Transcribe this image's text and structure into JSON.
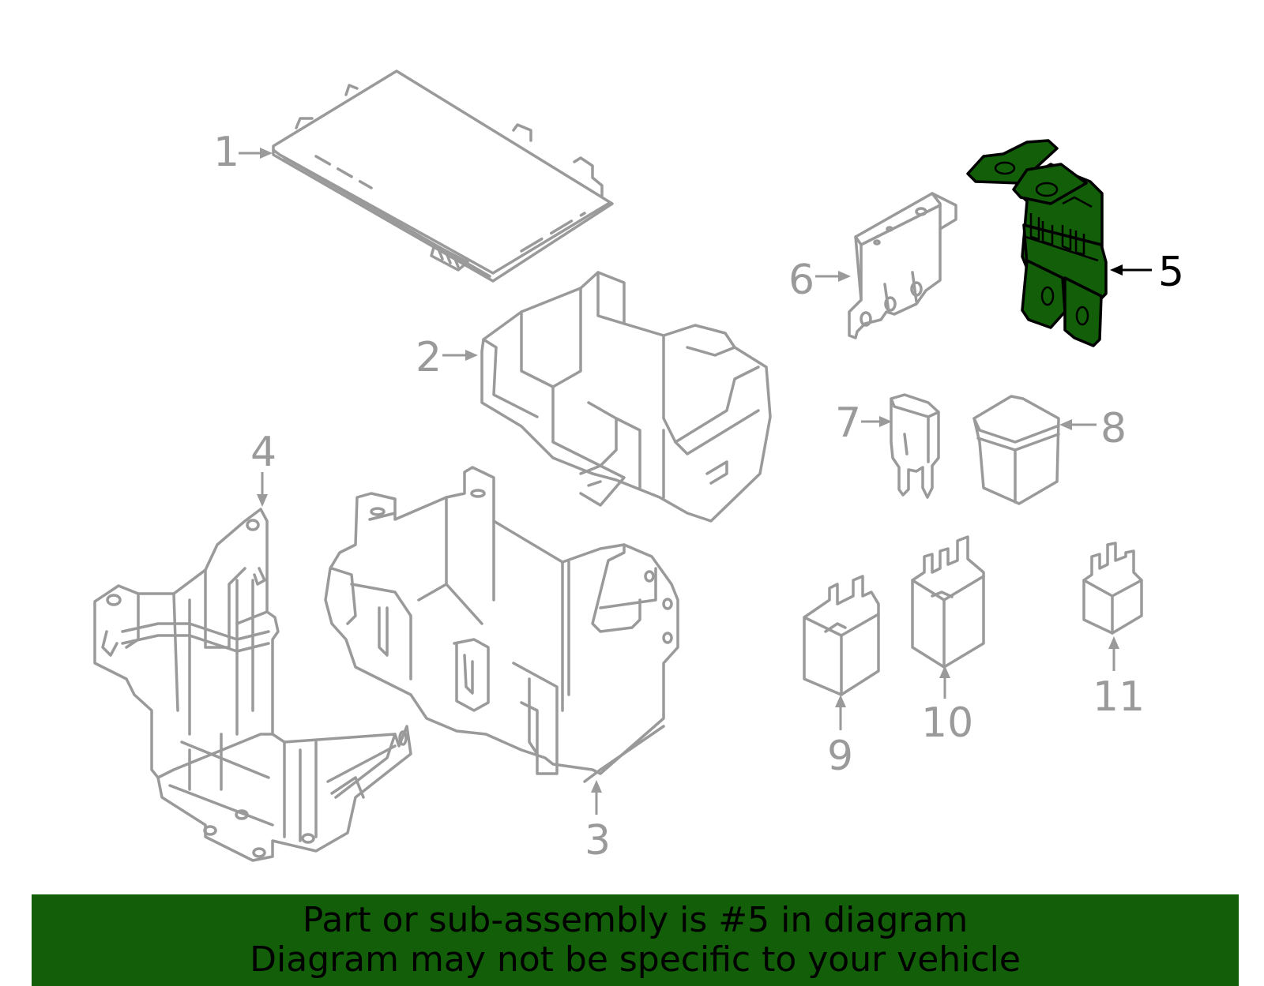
{
  "diagram": {
    "selected_part": "5",
    "highlight_color": "#125e09",
    "outline_color": "#9a9a9a",
    "callouts": {
      "p1": "1",
      "p2": "2",
      "p3": "3",
      "p4": "4",
      "p5": "5",
      "p6": "6",
      "p7": "7",
      "p8": "8",
      "p9": "9",
      "p10": "10",
      "p11": "11"
    }
  },
  "banner": {
    "line1": "Part or sub-assembly is #5 in diagram",
    "line2": "Diagram may not be specific to your vehicle"
  }
}
